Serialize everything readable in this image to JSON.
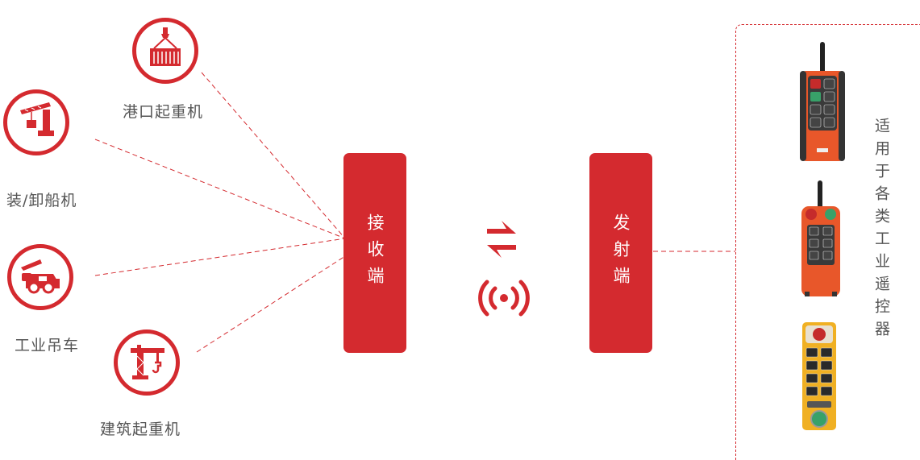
{
  "applications": {
    "port_crane": "港口起重机",
    "ship_loader": "装/卸船机",
    "industrial_crane": "工业吊车",
    "construction_crane": "建筑起重机"
  },
  "receiver_label": "接收端",
  "transmitter_label": "发射端",
  "remote_caption": "适用于各类工业遥控器",
  "colors": {
    "accent": "#d42a2f",
    "remote_orange": "#e8572a",
    "remote_yellow": "#f0b023"
  },
  "icons": [
    "port-crane-icon",
    "ship-loader-icon",
    "truck-crane-icon",
    "tower-crane-icon",
    "swap-arrows-icon",
    "wireless-signal-icon"
  ]
}
